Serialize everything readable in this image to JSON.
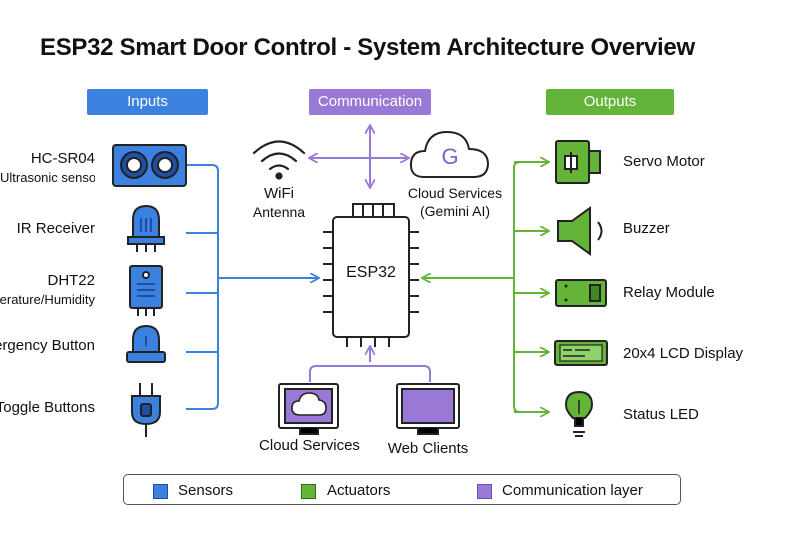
{
  "title": "ESP32 Smart Door Control - System Architecture Overview",
  "headers": {
    "inputs": "Inputs",
    "communication": "Communication",
    "outputs": "Outputs"
  },
  "inputs": [
    {
      "label": "HC-SR04",
      "sub": "Ultrasonic sensor",
      "icon": "ultrasonic-sensor-icon"
    },
    {
      "label": "IR Receiver",
      "icon": "ir-receiver-icon"
    },
    {
      "label": "DHT22",
      "sub": "Temperature/Humidity",
      "icon": "dht22-sensor-icon"
    },
    {
      "label": "Emergency Button",
      "icon": "emergency-button-icon"
    },
    {
      "label": "Toggle Buttons",
      "icon": "toggle-button-icon"
    }
  ],
  "communication": {
    "wifi_label": "WiFi",
    "wifi_sub": "Antenna",
    "cloud_label": "Cloud Services",
    "cloud_sub": "(Gemini AI)",
    "cloud_glyph": "G",
    "cloud_bottom_label": "Cloud Services",
    "web_label": "Web Clients"
  },
  "chip_label": "ESP32",
  "outputs": [
    {
      "label": "Servo Motor",
      "icon": "servo-motor-icon"
    },
    {
      "label": "Buzzer",
      "icon": "buzzer-icon"
    },
    {
      "label": "Relay Module",
      "icon": "relay-module-icon"
    },
    {
      "label": "20x4 LCD Display",
      "icon": "lcd-display-icon"
    },
    {
      "label": "Status LED",
      "icon": "led-bulb-icon"
    }
  ],
  "legend": [
    {
      "label": "Sensors",
      "color": "#3b82e0"
    },
    {
      "label": "Actuators",
      "color": "#64b43a"
    },
    {
      "label": "Communication layer",
      "color": "#9a78d6"
    }
  ],
  "colors": {
    "blue": "#3b82e0",
    "green": "#64b43a",
    "purple": "#9a78d6",
    "outline": "#222222"
  }
}
